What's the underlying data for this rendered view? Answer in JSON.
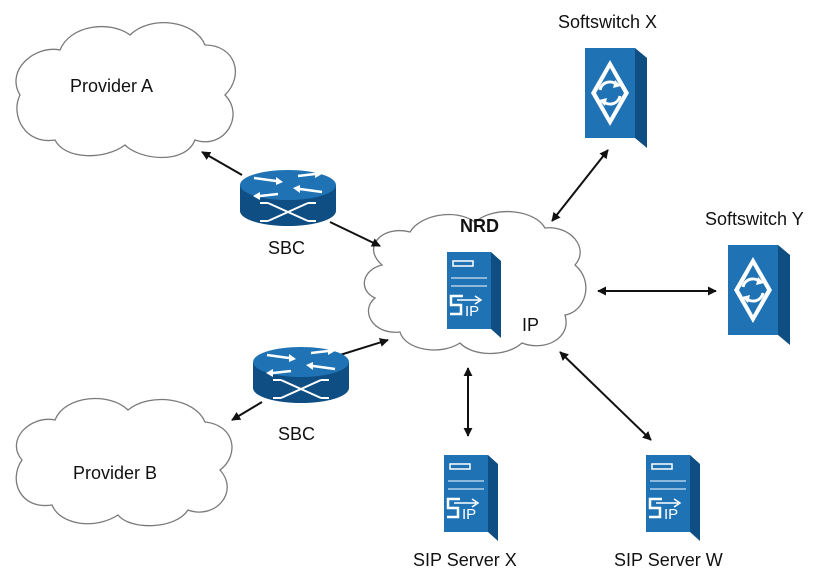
{
  "diagram": {
    "providers": {
      "a": "Provider A",
      "b": "Provider B"
    },
    "sbc": {
      "upper": "SBC",
      "lower": "SBC"
    },
    "core": {
      "nrd": "NRD",
      "ip": "IP"
    },
    "softswitches": {
      "x": "Softswitch X",
      "y": "Softswitch Y"
    },
    "sip_servers": {
      "x": "SIP Server X",
      "w": "SIP Server W"
    },
    "icons": {
      "cloud": "cloud-icon",
      "router": "router-icon",
      "softswitch": "softswitch-icon",
      "sip_server": "sip-server-icon",
      "sip_text": "IP"
    },
    "colors": {
      "device_blue": "#1F73B5",
      "device_dark": "#0F4E82",
      "device_light": "#4E9AD3",
      "cloud_stroke": "#7a7a7a",
      "arrow": "#111111"
    }
  }
}
